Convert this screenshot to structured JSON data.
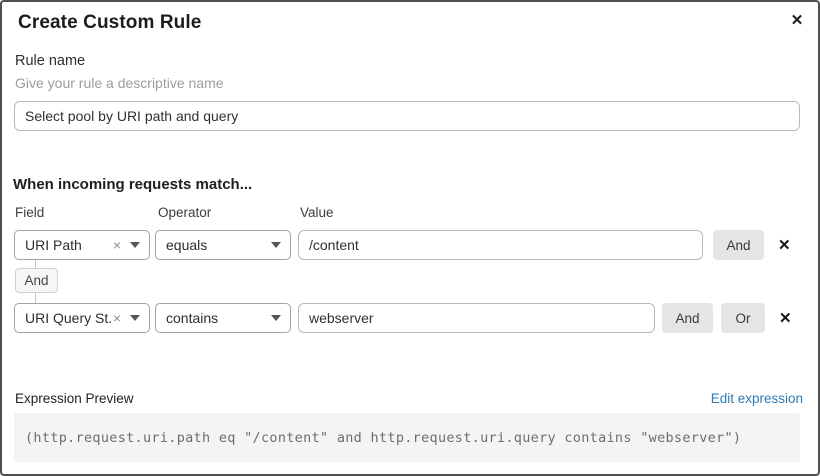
{
  "dialog": {
    "title": "Create Custom Rule"
  },
  "icons": {
    "close": "✕",
    "remove": "✕",
    "clear": "×"
  },
  "rule_name": {
    "label": "Rule name",
    "hint": "Give your rule a descriptive name",
    "value": "Select pool by URI path and query"
  },
  "matcher": {
    "heading": "When incoming requests match...",
    "columns": {
      "field": "Field",
      "operator": "Operator",
      "value": "Value"
    },
    "rows": [
      {
        "field": "URI Path",
        "operator": "equals",
        "value": "/content",
        "buttons": [
          "And"
        ]
      },
      {
        "field": "URI Query St...",
        "operator": "contains",
        "value": "webserver",
        "buttons": [
          "And",
          "Or"
        ]
      }
    ],
    "connector": "And"
  },
  "expression": {
    "label": "Expression Preview",
    "edit_link": "Edit expression",
    "code": "(http.request.uri.path eq \"/content\" and http.request.uri.query contains \"webserver\")"
  },
  "colors": {
    "link_blue": "#2f7bb5",
    "button_gray": "#e5e5e7",
    "border_dark": "#4f4f4f",
    "code_bg": "#f4f4f5"
  }
}
